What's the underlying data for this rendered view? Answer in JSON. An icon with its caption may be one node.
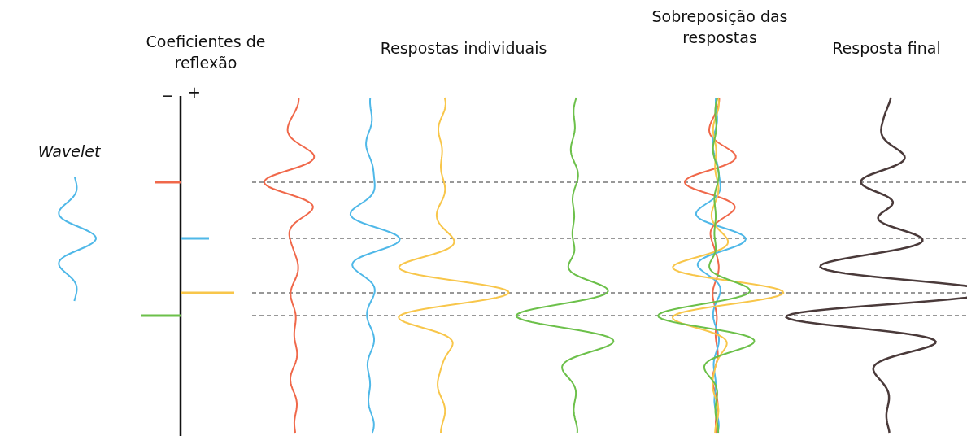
{
  "diagram": {
    "labels": [
      "Coeficientes de reflexão",
      "Respostas individuais",
      "Sobreposição das respostas",
      "Resposta final",
      "−",
      "+",
      "Wavelet"
    ]
  }
}
